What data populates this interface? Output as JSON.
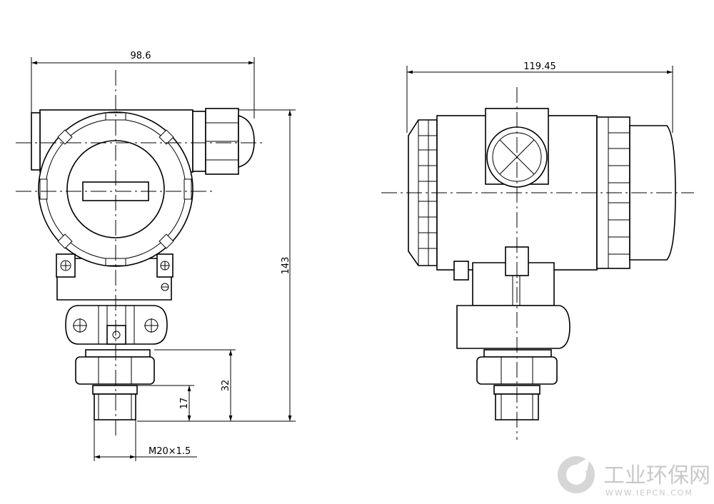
{
  "dimensions": {
    "front_width": "98.6",
    "side_width": "119.45",
    "total_height": "143",
    "height_32": "32",
    "height_17": "17",
    "thread": "M20×1.5"
  },
  "watermark": {
    "name": "工业环保网",
    "url": "WWW.IEPCN.COM"
  }
}
